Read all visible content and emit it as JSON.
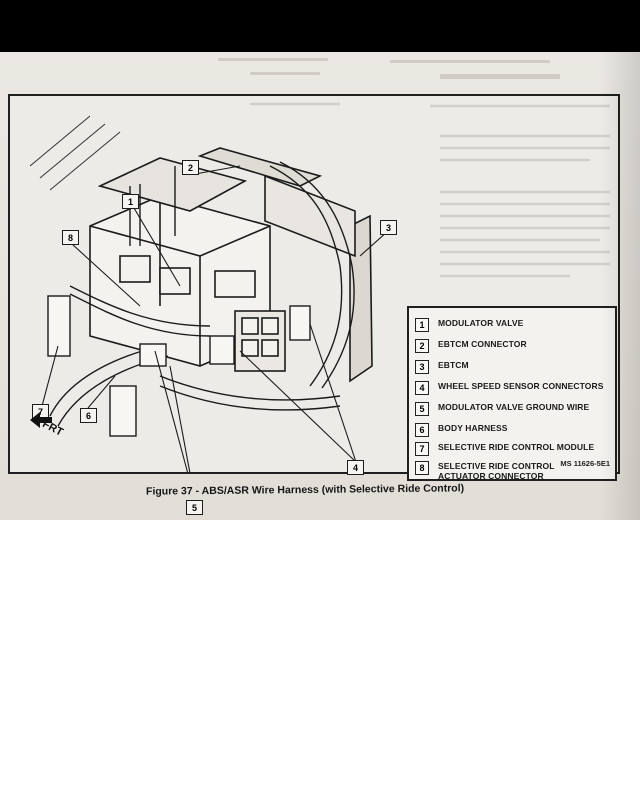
{
  "figure": {
    "caption": "Figure 37 - ABS/ASR Wire Harness (with Selective Ride Control)",
    "frt_label": "FRT",
    "ms_code": "MS 11626-5E1"
  },
  "callouts": [
    "1",
    "2",
    "3",
    "4",
    "4",
    "5",
    "6",
    "7",
    "8"
  ],
  "legend": [
    {
      "num": "1",
      "label": "MODULATOR VALVE"
    },
    {
      "num": "2",
      "label": "EBTCM CONNECTOR"
    },
    {
      "num": "3",
      "label": "EBTCM"
    },
    {
      "num": "4",
      "label": "WHEEL SPEED SENSOR CONNECTORS"
    },
    {
      "num": "5",
      "label": "MODULATOR VALVE GROUND WIRE"
    },
    {
      "num": "6",
      "label": "BODY HARNESS"
    },
    {
      "num": "7",
      "label": "SELECTIVE RIDE CONTROL MODULE"
    },
    {
      "num": "8",
      "label": "SELECTIVE RIDE CONTROL\nACTUATOR CONNECTOR"
    }
  ]
}
